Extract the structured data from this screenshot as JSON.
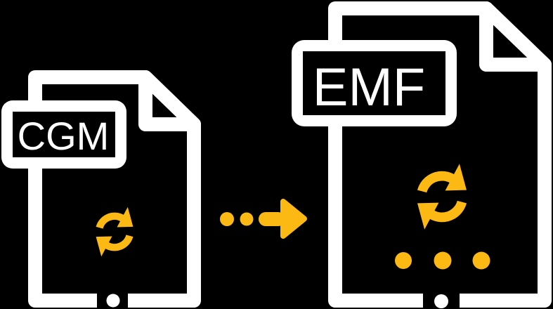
{
  "graphic": {
    "description": "Converting CGM to EMF banner",
    "source_format": "CGM",
    "target_format": "EMF",
    "conversion_direction": "left-to-right",
    "colors": {
      "background": "#000000",
      "document_outline": "#ffffff",
      "accent_yellow": "#fdb913"
    }
  }
}
